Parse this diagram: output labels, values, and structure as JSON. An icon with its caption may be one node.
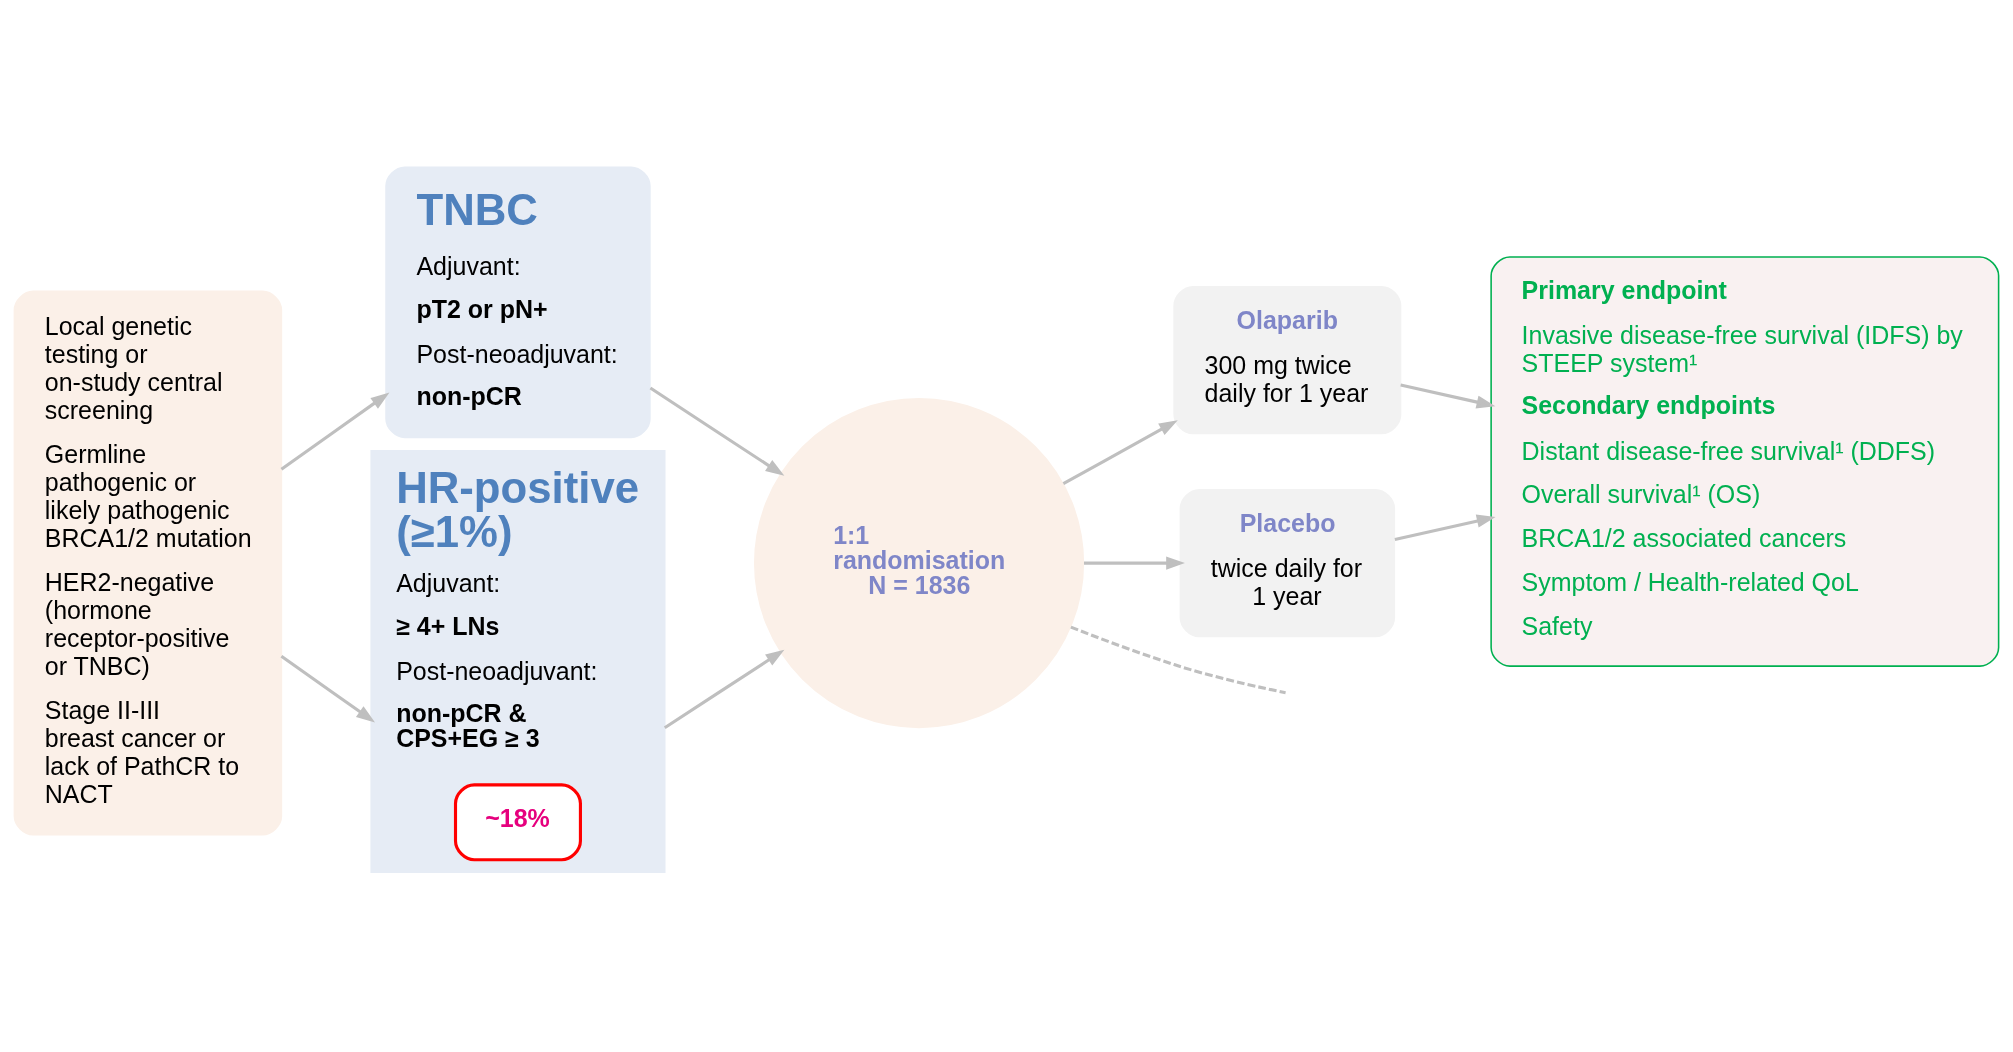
{
  "diagram": {
    "nodes": [
      {
        "text": [
          "Local genetic testing or on-study central screening",
          "Germline pathogenic or likely pathogenic BRCA1/2 mutation",
          "HER2-negative (hormone receptor-positive or TNBC)",
          "Stage II-III breast cancer or lack of PathCR to NACT"
        ]
      },
      {
        "text": [
          "TNBC",
          "Adjuvant:",
          "pT2 or pN+",
          "Post-neoadjuvant:",
          "non-pCR"
        ]
      },
      {
        "text": [
          "HR-positive (≥1%)",
          "Adjuvant:",
          "≥ 4+ LNs",
          "Post-neoadjuvant:",
          "non-pCR & CPS+EG ≥ 3"
        ]
      },
      {
        "text": [
          "~18%"
        ],
        "in": 2
      },
      {
        "text": [
          "Olaparib",
          "300 mg twice daily for 1 year"
        ]
      },
      {
        "text": [
          "1:1 randomisation N = 1836"
        ]
      },
      {
        "text": [
          "Placebo",
          "twice daily for 1 year"
        ]
      },
      {
        "text": [
          "Primary endpoint",
          "Invasive disease-free survival (IDFS) by STEEP system¹",
          "Secondary endpoints",
          "Distant disease-free survival¹ (DDFS)",
          "Overall survival¹ (OS)",
          "BRCA1/2 associated cancers",
          "Symptom / Health-related QoL",
          "Safety"
        ]
      }
    ],
    "edges": [
      {
        "from": 0,
        "to": 1,
        "arrow": "to"
      },
      {
        "from": 0,
        "to": 2,
        "arrow": "to"
      },
      {
        "from": 1,
        "to": 5,
        "arrow": "to"
      },
      {
        "from": 2,
        "to": 5,
        "arrow": "to"
      },
      {
        "from": 5,
        "to": 4,
        "arrow": "to"
      },
      {
        "from": 5,
        "to": 6,
        "arrow": "to"
      },
      {
        "from": 4,
        "to": 7,
        "arrow": "to"
      },
      {
        "from": 6,
        "to": 7,
        "arrow": "to"
      },
      {
        "from": 5,
        "to": null,
        "arrow": "none",
        "style": "dashed"
      }
    ]
  }
}
